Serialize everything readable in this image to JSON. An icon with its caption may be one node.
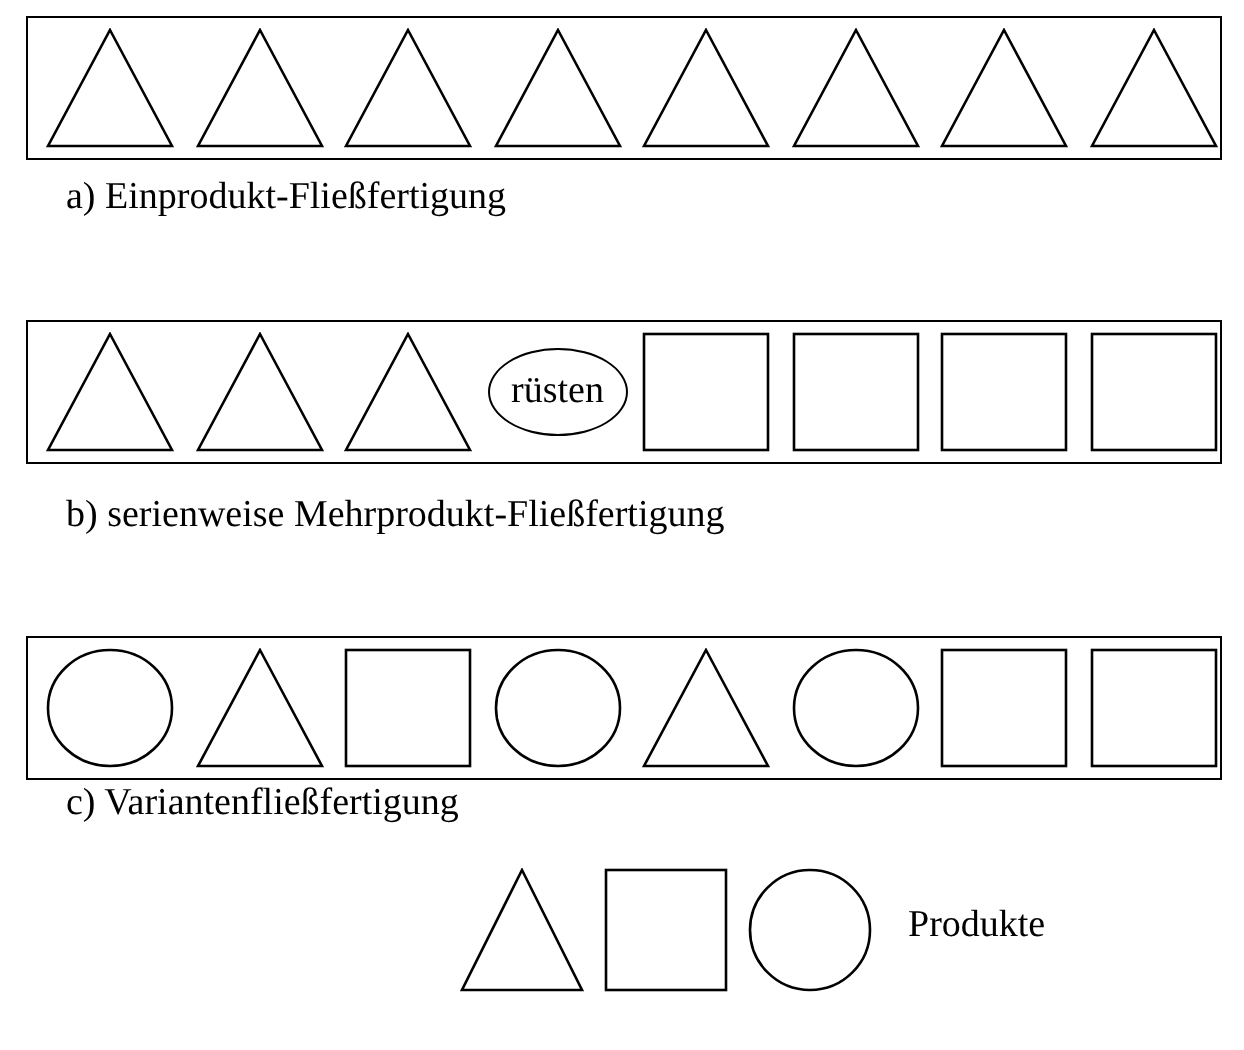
{
  "diagram": {
    "nodes": [
      {
        "text": [
          "a) Einprodukt-Fließfertigung"
        ]
      },
      {
        "text": [],
        "shape": "triangle",
        "in": 0
      },
      {
        "text": [],
        "shape": "triangle",
        "in": 0
      },
      {
        "text": [],
        "shape": "triangle",
        "in": 0
      },
      {
        "text": [],
        "shape": "triangle",
        "in": 0
      },
      {
        "text": [],
        "shape": "triangle",
        "in": 0
      },
      {
        "text": [],
        "shape": "triangle",
        "in": 0
      },
      {
        "text": [],
        "shape": "triangle",
        "in": 0
      },
      {
        "text": [],
        "shape": "triangle",
        "in": 0
      },
      {
        "text": [
          "b) serienweise Mehrprodukt-Fließfertigung"
        ]
      },
      {
        "text": [],
        "shape": "triangle",
        "in": 9
      },
      {
        "text": [],
        "shape": "triangle",
        "in": 9
      },
      {
        "text": [],
        "shape": "triangle",
        "in": 9
      },
      {
        "text": [
          "rüsten"
        ],
        "in": 9
      },
      {
        "text": [],
        "shape": "box",
        "in": 9
      },
      {
        "text": [],
        "shape": "box",
        "in": 9
      },
      {
        "text": [],
        "shape": "box",
        "in": 9
      },
      {
        "text": [],
        "shape": "box",
        "in": 9
      },
      {
        "text": [
          "c) Variantenfließfertigung"
        ]
      },
      {
        "text": [],
        "shape": "circle",
        "in": 18
      },
      {
        "text": [],
        "shape": "triangle",
        "in": 18
      },
      {
        "text": [],
        "shape": "box",
        "in": 18
      },
      {
        "text": [],
        "shape": "circle",
        "in": 18
      },
      {
        "text": [],
        "shape": "triangle",
        "in": 18
      },
      {
        "text": [],
        "shape": "circle",
        "in": 18
      },
      {
        "text": [],
        "shape": "box",
        "in": 18
      },
      {
        "text": [],
        "shape": "box",
        "in": 18
      },
      {
        "text": [],
        "shape": "triangle"
      },
      {
        "text": [],
        "shape": "box"
      },
      {
        "text": [],
        "shape": "circle"
      }
    ],
    "edges": [],
    "labels": [
      "Produkte"
    ]
  }
}
